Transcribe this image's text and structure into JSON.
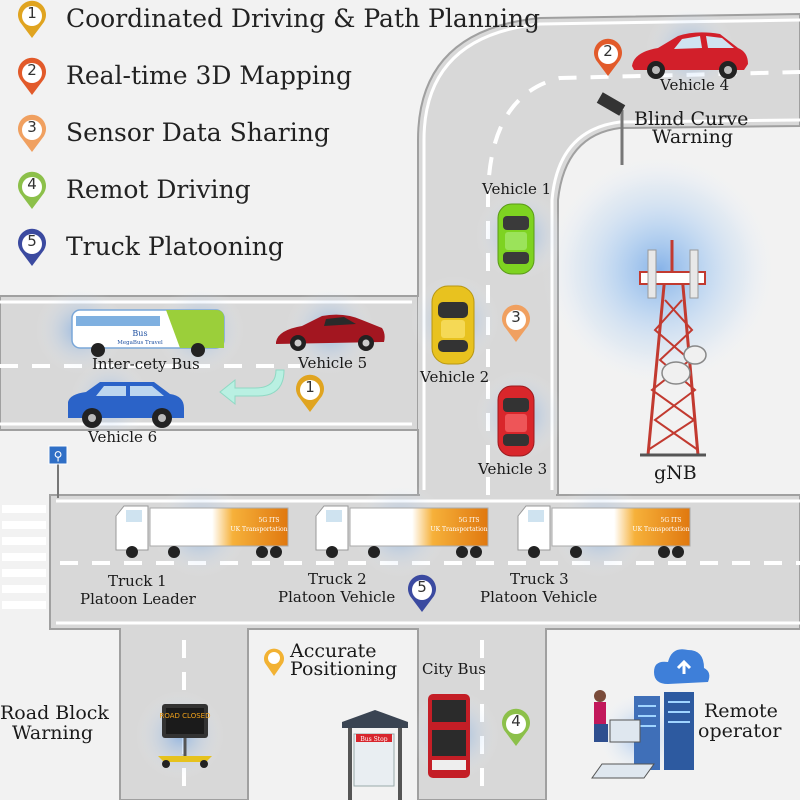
{
  "legend": [
    {
      "num": "1",
      "text": "Coordinated Driving & Path Planning",
      "color": "#e0a420"
    },
    {
      "num": "2",
      "text": "Real-time 3D Mapping",
      "color": "#e25a2a"
    },
    {
      "num": "3",
      "text": "Sensor Data Sharing",
      "color": "#f0a060"
    },
    {
      "num": "4",
      "text": "Remot Driving",
      "color": "#8cc04a"
    },
    {
      "num": "5",
      "text": "Truck Platooning",
      "color": "#3b4aa0"
    }
  ],
  "pins": {
    "p1": "1",
    "p2": "2",
    "p3": "3",
    "p4": "4",
    "p5": "5"
  },
  "labels": {
    "vehicle1": "Vehicle 1",
    "vehicle2": "Vehicle 2",
    "vehicle3": "Vehicle 3",
    "vehicle4": "Vehicle 4",
    "vehicle5": "Vehicle 5",
    "vehicle6": "Vehicle 6",
    "bus": "Inter-cety Bus",
    "bus_brand": "Bus",
    "bus_sub": "MegaBus Travel",
    "blind_curve_1": "Blind Curve",
    "blind_curve_2": "Warning",
    "gnb": "gNB",
    "truck1_a": "Truck 1",
    "truck1_b": "Platoon Leader",
    "truck2_a": "Truck 2",
    "truck2_b": "Platoon Vehicle",
    "truck3_a": "Truck 3",
    "truck3_b": "Platoon Vehicle",
    "truck_brand_1": "5G ITS",
    "truck_brand_2": "UK Transportation",
    "accurate_1": "Accurate",
    "accurate_2": "Positioning",
    "city_bus": "City Bus",
    "bus_stop": "Bus Stop",
    "road_block_1": "Road Block",
    "road_block_2": "Warning",
    "road_closed": "ROAD CLOSED",
    "remote_1": "Remote",
    "remote_2": "operator"
  },
  "colors": {
    "road": "#d9d9d9",
    "road_edge": "#9a9a9a",
    "signal": "#4a90e2",
    "tower": "#c8463c"
  }
}
